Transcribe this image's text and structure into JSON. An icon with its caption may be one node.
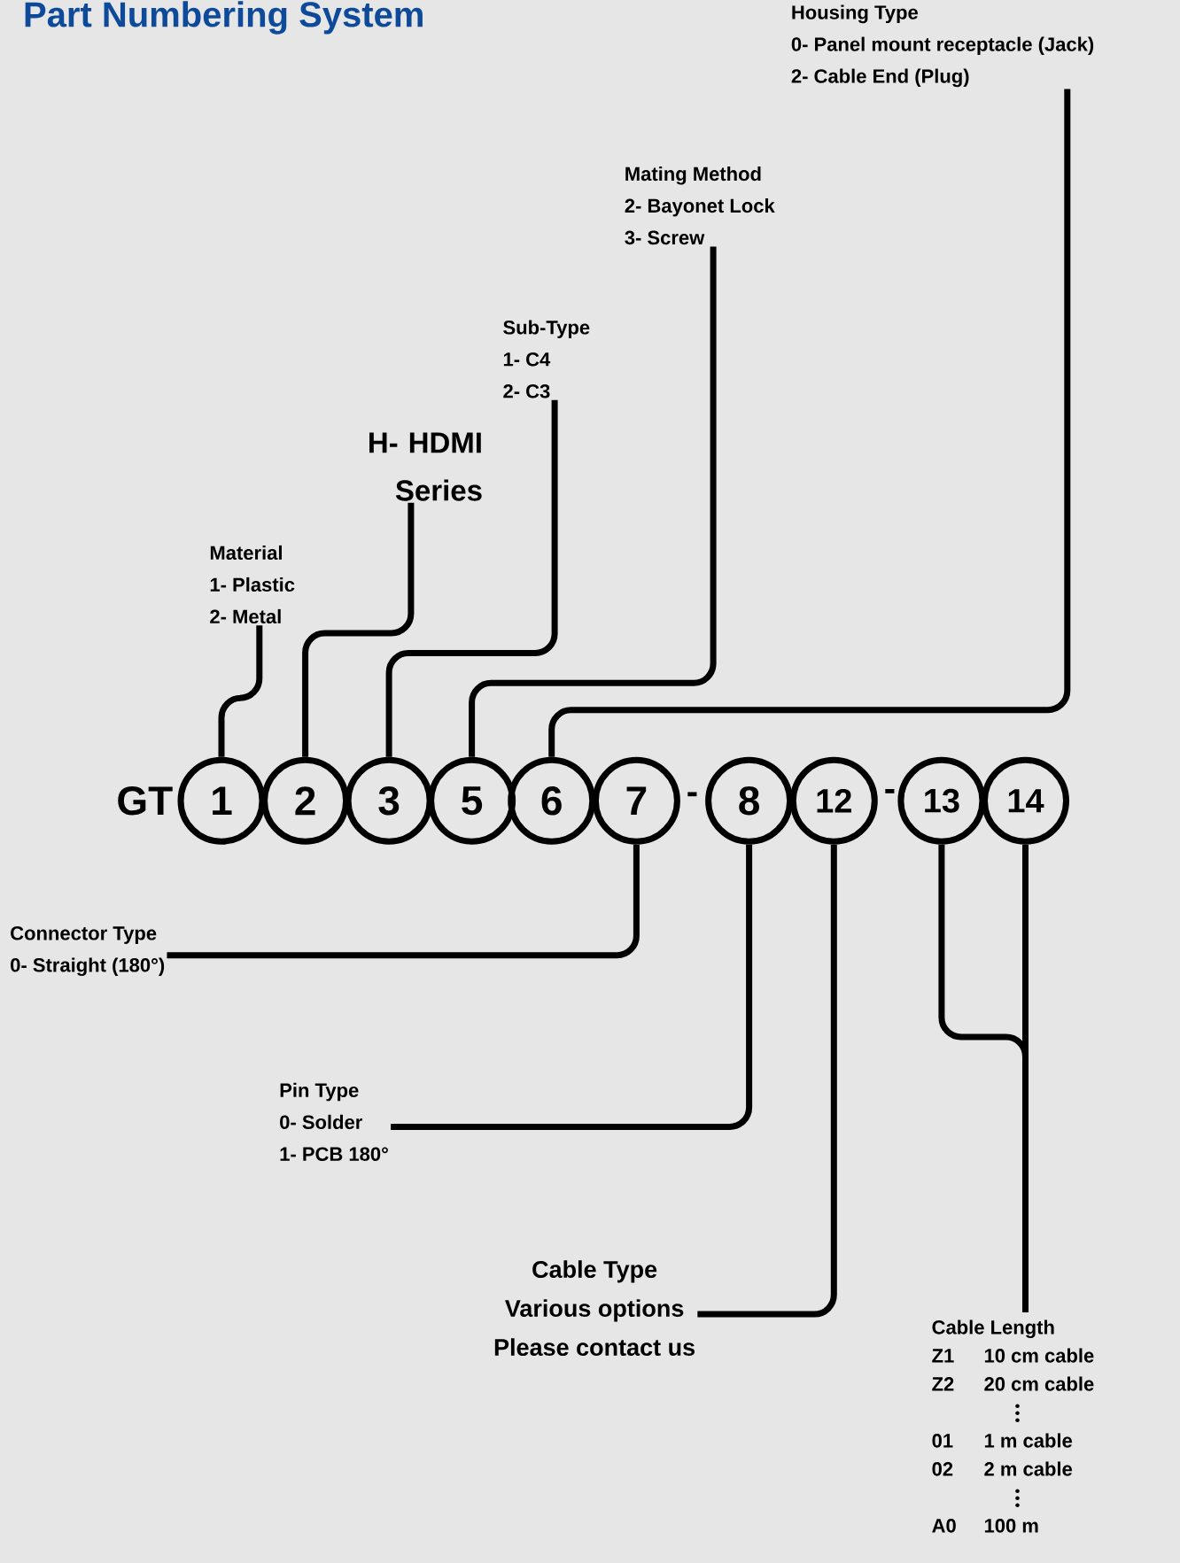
{
  "diagram": {
    "title": "Part Numbering System",
    "nodes": [
      {
        "text": [
          "Housing Type",
          "0- Panel mount receptacle (Jack)",
          "2- Cable End (Plug)"
        ]
      },
      {
        "text": [
          "Mating Method",
          "2- Bayonet Lock",
          "3- Screw"
        ]
      },
      {
        "text": [
          "Sub-Type",
          "1- C4",
          "2- C3"
        ]
      },
      {
        "text": [
          "H- HDMI Series"
        ]
      },
      {
        "text": [
          "Material",
          "1- Plastic",
          "2- Metal"
        ]
      },
      {
        "text": [
          "1"
        ]
      },
      {
        "text": [
          "2"
        ]
      },
      {
        "text": [
          "3"
        ]
      },
      {
        "text": [
          "5"
        ]
      },
      {
        "text": [
          "6"
        ]
      },
      {
        "text": [
          "7"
        ]
      },
      {
        "text": [
          "8"
        ]
      },
      {
        "text": [
          "12"
        ]
      },
      {
        "text": [
          "13"
        ]
      },
      {
        "text": [
          "14"
        ]
      },
      {
        "text": [
          "Connector Type",
          "0- Straight (180°)"
        ]
      },
      {
        "text": [
          "Pin Type",
          "0- Solder",
          "1- PCB 180°"
        ]
      },
      {
        "text": [
          "Cable Type",
          "Various options",
          "Please contact us"
        ]
      },
      {
        "text": [
          "Cable Length",
          "Z1",
          "10 cm cable",
          "Z2",
          "20 cm cable",
          "01",
          "1 m cable",
          "02",
          "2 m cable",
          "A0",
          "100 m"
        ]
      }
    ],
    "edges": [
      {
        "from": 0,
        "to": 9,
        "arrow": "none"
      },
      {
        "from": 1,
        "to": 8,
        "arrow": "none"
      },
      {
        "from": 2,
        "to": 7,
        "arrow": "none"
      },
      {
        "from": 3,
        "to": 6,
        "arrow": "none"
      },
      {
        "from": 4,
        "to": 5,
        "arrow": "none"
      },
      {
        "from": 15,
        "to": 10,
        "arrow": "none"
      },
      {
        "from": 16,
        "to": 11,
        "arrow": "none"
      },
      {
        "from": 17,
        "to": 12,
        "arrow": "none"
      },
      {
        "from": 18,
        "to": 13,
        "arrow": "none"
      },
      {
        "from": 18,
        "to": 14,
        "arrow": "none"
      }
    ],
    "labels": [
      "GT",
      "-",
      "-"
    ]
  }
}
